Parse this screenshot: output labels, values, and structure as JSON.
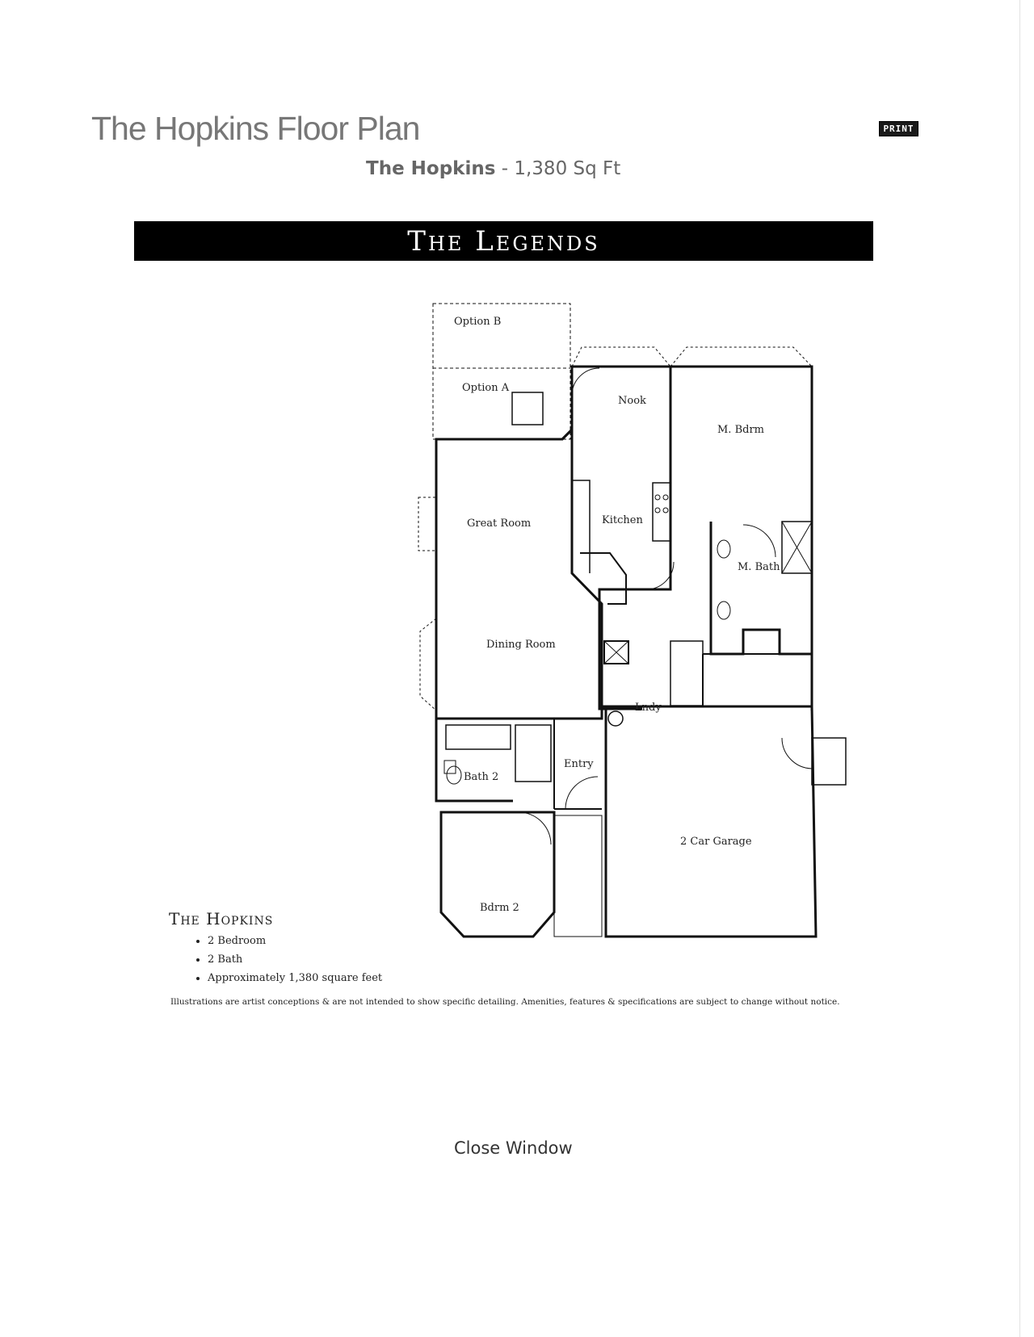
{
  "header": {
    "title": "The Hopkins Floor Plan",
    "print_label": "PRINT"
  },
  "subtitle": {
    "model": "The Hopkins",
    "separator": " - ",
    "size": "1,380 Sq Ft"
  },
  "banner": {
    "text": "The Legends"
  },
  "floor_plan": {
    "rooms": {
      "option_b": "Option B",
      "option_a": "Option A",
      "nook": "Nook",
      "master_bedroom": "M. Bdrm",
      "great_room": "Great Room",
      "kitchen": "Kitchen",
      "master_bath": "M. Bath",
      "dining_room": "Dining Room",
      "laundry": "Lndy",
      "bath_2": "Bath 2",
      "entry": "Entry",
      "garage": "2 Car Garage",
      "bedroom_2": "Bdrm 2"
    }
  },
  "specs": {
    "title": "The Hopkins",
    "items": [
      "2 Bedroom",
      "2 Bath",
      "Approximately 1,380 square feet"
    ]
  },
  "disclaimer": "Illustrations are artist conceptions & are not intended to show specific detailing. Amenities, features & specifications are subject to change without notice.",
  "footer": {
    "close_label": "Close Window"
  }
}
